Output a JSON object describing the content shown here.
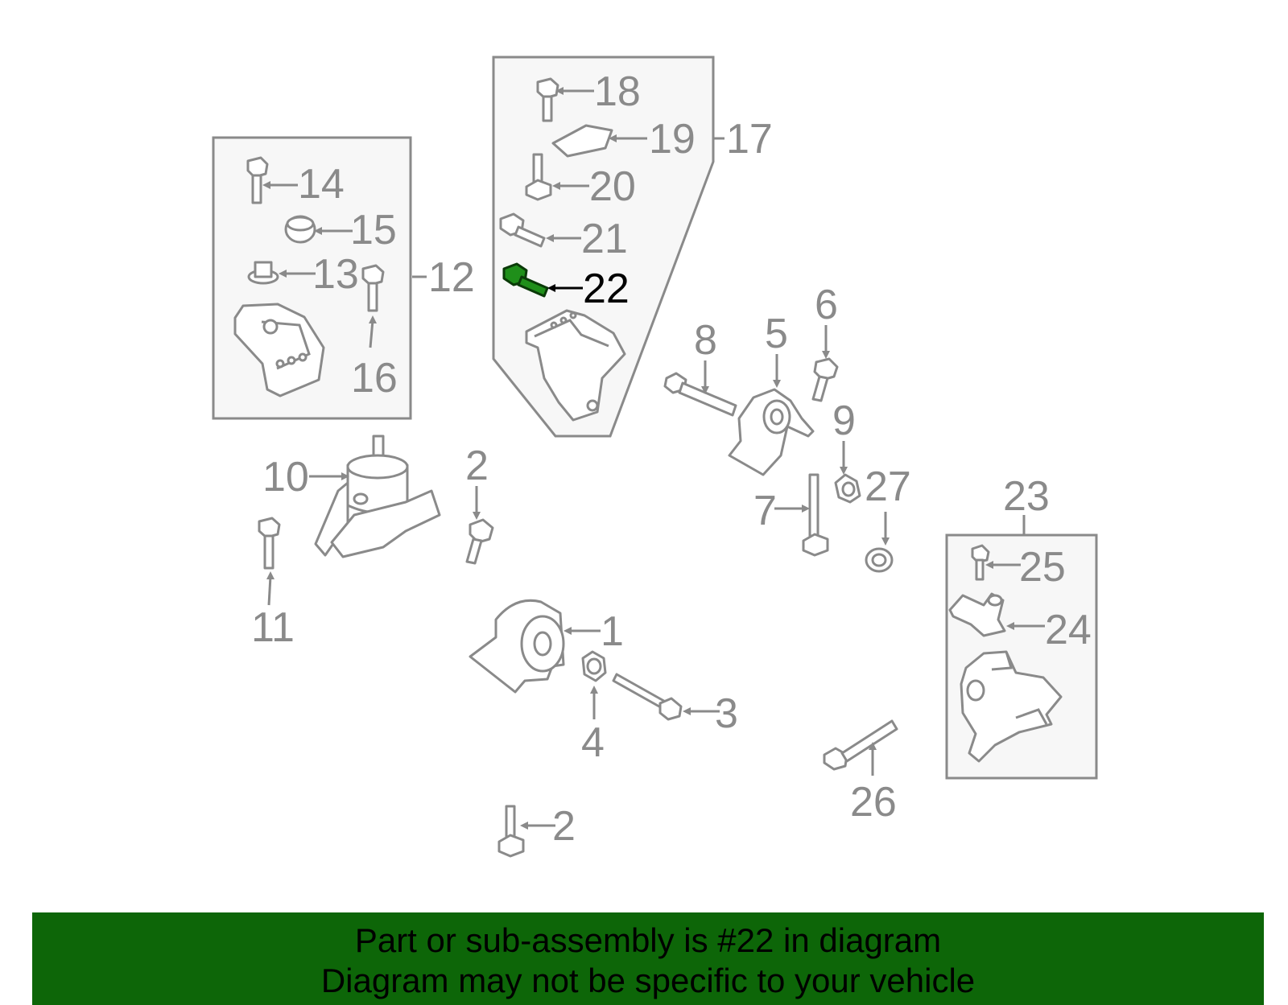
{
  "callouts": {
    "c1": "1",
    "c2a": "2",
    "c2b": "2",
    "c3": "3",
    "c4": "4",
    "c5": "5",
    "c6": "6",
    "c7": "7",
    "c8": "8",
    "c9": "9",
    "c10": "10",
    "c11": "11",
    "c12": "12",
    "c13": "13",
    "c14": "14",
    "c15": "15",
    "c16": "16",
    "c17": "17",
    "c18": "18",
    "c19": "19",
    "c20": "20",
    "c21": "21",
    "c22": "22",
    "c23": "23",
    "c24": "24",
    "c25": "25",
    "c26": "26",
    "c27": "27"
  },
  "highlight": {
    "part_number": "22",
    "color": "#1f8f1a"
  },
  "footer": {
    "line1": "Part or sub-assembly is #22 in diagram",
    "line2": "Diagram may not be specific to your vehicle",
    "background": "#0d6608"
  }
}
